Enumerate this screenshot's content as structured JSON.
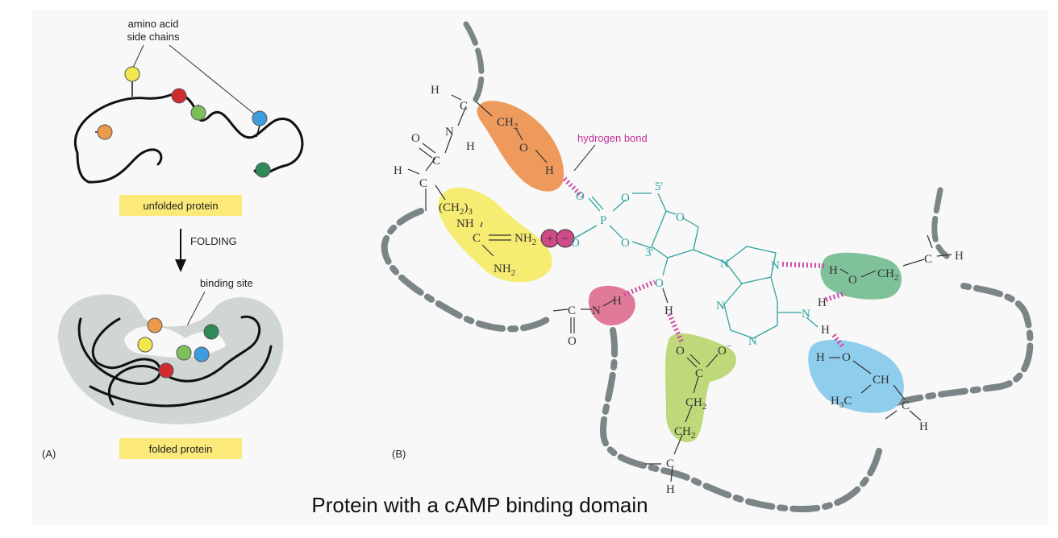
{
  "panel_a": {
    "label": "(A)",
    "side_chain_label_line1": "amino acid",
    "side_chain_label_line2": "side chains",
    "unfolded_label": "unfolded protein",
    "folding_label": "FOLDING",
    "binding_site_label": "binding site",
    "folded_label": "folded protein"
  },
  "panel_b": {
    "label": "(B)",
    "hydrogen_bond_label": "hydrogen bond",
    "serine_ch2": "CH",
    "serine_ch2_sub": "2",
    "atom_h": "H",
    "atom_o": "O",
    "atom_n": "N",
    "atom_c": "C",
    "atom_p": "P",
    "arg_ch2": "(CH",
    "arg_ch2_sub": "2",
    "arg_ch2_sub2": ")",
    "arg_ch2_n": "3",
    "arg_nh": "NH",
    "arg_nh2": "NH",
    "arg_nh2_sub": "2",
    "plus_sign": "+",
    "minus_sign": "−",
    "five_prime": "5'",
    "three_prime": "3'",
    "glu_ch2a": "CH",
    "glu_ch2b": "CH",
    "o_minus_sup": "−",
    "thr_ch": "CH",
    "thr_h3c": "H",
    "thr_h3c_sub": "3",
    "thr_h3c_c": "C",
    "ser2_ch2": "CH",
    "ser2_ch2_sub": "2"
  },
  "colors": {
    "serine_orange": "#ee9a5c",
    "arginine_yellow": "#f6ec72",
    "backbone_pink": "#e07a98",
    "glutamate_green": "#bfd97a",
    "serine2_teal": "#7fc29a",
    "threonine_blue": "#8fcdec",
    "hbond_magenta": "#d04aa8",
    "camp_cyan": "#2fa3a3",
    "label_yellow": "#fbe97a",
    "protein_gray": "#cfd6d4"
  },
  "caption": "Protein with a cAMP binding domain"
}
